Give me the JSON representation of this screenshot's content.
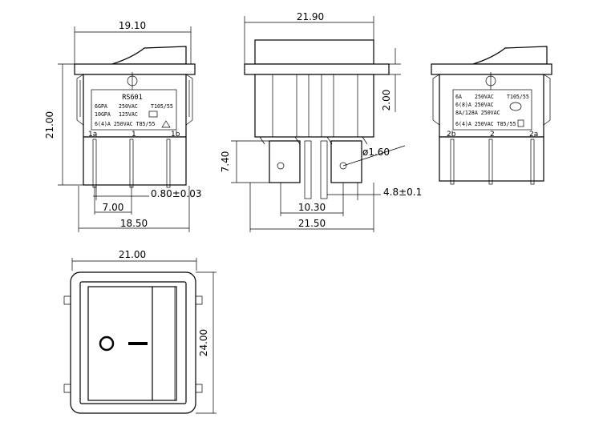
{
  "views": {
    "front": {
      "dims": {
        "top_width": "19.10",
        "height": "21.00",
        "pin_thickness": "0.80±0.03",
        "pin_pitch": "7.00",
        "body_width": "18.50"
      },
      "label": {
        "model": "RS601",
        "line1_left": "6GPA",
        "line1_mid": "250VAC",
        "line1_right": "T105/55",
        "line2_left": "10GPA",
        "line2_mid": "125VAC",
        "line3": "6(4)A 250VAC T85/55"
      },
      "pins": [
        "1a",
        "1",
        "1b"
      ]
    },
    "side": {
      "dims": {
        "top_width": "21.90",
        "lip": "2.00",
        "pin_length": "7.40",
        "hole": "ø1.60",
        "pin_spacing": "10.30",
        "body_width": "21.50",
        "pin_width": "4.8±0.1"
      }
    },
    "rear": {
      "label": {
        "line1_left": "6A",
        "line1_mid": "250VAC",
        "line1_right": "T105/55",
        "line2": "6(8)A 250VAC",
        "line3": "8A/128A 250VAC",
        "line4": "6(4)A 250VAC T85/55"
      },
      "pins": [
        "2b",
        "2",
        "2a"
      ]
    },
    "top": {
      "dims": {
        "width": "21.00",
        "height": "24.00"
      },
      "symbols": {
        "off": "O",
        "on": "—"
      }
    }
  }
}
